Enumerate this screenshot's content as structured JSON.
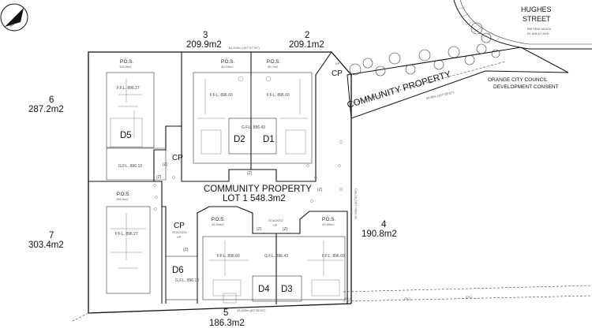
{
  "north": {
    "label": "NORTH"
  },
  "street": {
    "name_line1": "HUGHES",
    "name_line2": "STREET",
    "note_line1": "BM SSM 184576",
    "note_line2": "RL 896.67 AHD"
  },
  "council": {
    "line1": "ORANGE CITY COUNCIL",
    "line2": "DEVELOPMENT CONSENT"
  },
  "community_strip": {
    "label": "COMMUNITY PROPERTY",
    "dimension": "24.56m (167°35'10\")"
  },
  "common": {
    "line1": "COMMUNITY PROPERTY",
    "line2": "LOT 1  548.3m2"
  },
  "lots": [
    {
      "number": "2",
      "area": "209.1m2"
    },
    {
      "number": "3",
      "area": "209.9m2"
    },
    {
      "number": "4",
      "area": "190.8m2"
    },
    {
      "number": "5",
      "area": "186.3m2"
    },
    {
      "number": "6",
      "area": "287.2m2"
    },
    {
      "number": "7",
      "area": "303.4m2"
    }
  ],
  "dwellings": [
    {
      "id": "D1",
      "ffl": "F.F.L. 895.60",
      "gfl": "G.F.L. 896.43"
    },
    {
      "id": "D2",
      "ffl": "F.F.L. 896.60"
    },
    {
      "id": "D3",
      "ffl": "F.F.L. 896.60"
    },
    {
      "id": "D4",
      "ffl": "F.F.L. 896.60",
      "gfl": "G.F.L. 896.43"
    },
    {
      "id": "D5",
      "ffl": "F.F.L. 896.27",
      "gfl": "G.F.L. 896.10"
    },
    {
      "id": "D6",
      "ffl": "F.F.L. 896.27",
      "gfl": "G.F.L. 896.10"
    }
  ],
  "pos": {
    "label": "P.O.S.",
    "a1": "103.0m2",
    "a2": "40.10m2",
    "a3": "30.7m2",
    "a4": "43.50m2",
    "a5": "43.50m2",
    "a6": "155.0m2"
  },
  "markers": {
    "cp": "CP",
    "z": "(Z)",
    "stacked": "STACKED",
    "vp": "VP",
    "dc": "(DC)"
  },
  "dimensions": {
    "top": "61.415m (167°47'30\")",
    "east": "26.265m (167°47'30\")",
    "south": "43.825m (83°35'20\")"
  }
}
